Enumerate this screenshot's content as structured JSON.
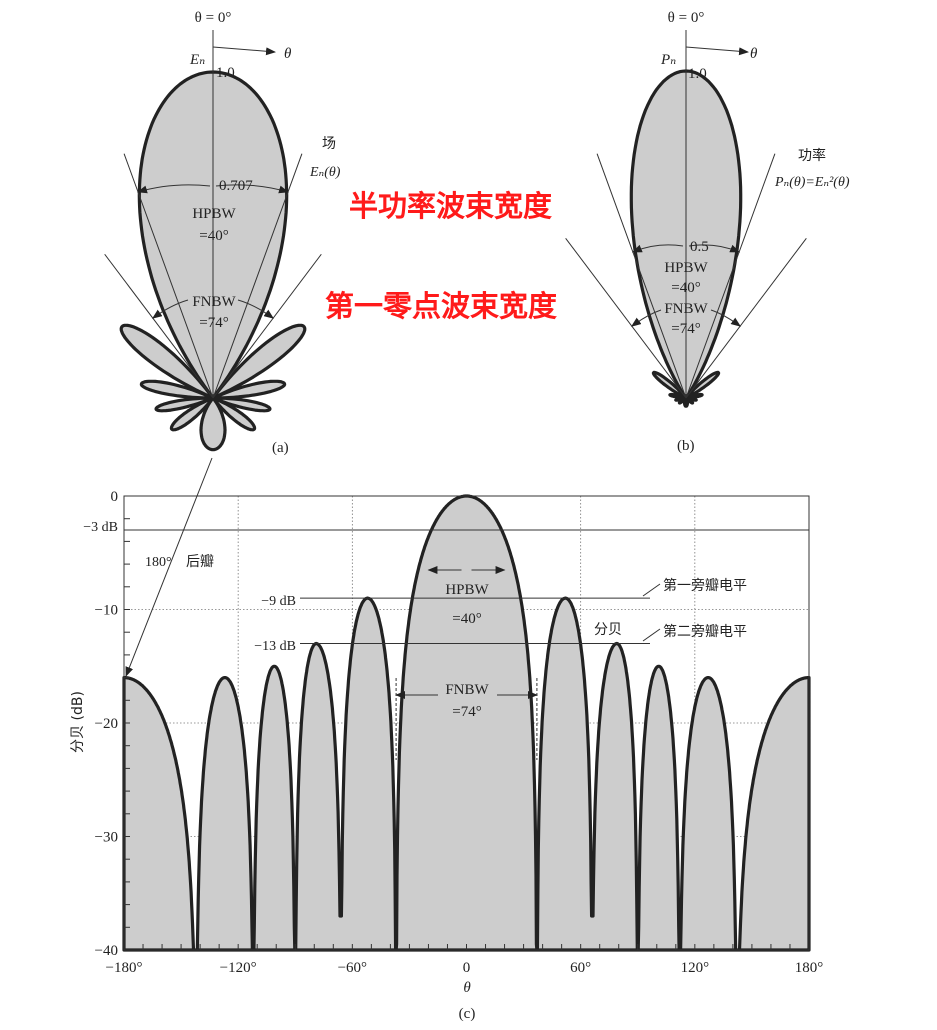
{
  "annotations": {
    "half_power_beamwidth": "半功率波束宽度",
    "first_null_beamwidth": "第一零点波束宽度"
  },
  "panel_a": {
    "axis_label": "θ = 0°",
    "theta_arrow_label": "θ",
    "amplitude_label": "Eₙ",
    "peak_value": "1.0",
    "curve_title": "场",
    "curve_formula": "Eₙ(θ)",
    "half_power_value": "0.707",
    "hpbw_label": "HPBW",
    "hpbw_value": "=40°",
    "fnbw_label": "FNBW",
    "fnbw_value": "=74°",
    "caption": "(a)"
  },
  "panel_b": {
    "axis_label": "θ = 0°",
    "theta_arrow_label": "θ",
    "amplitude_label": "Pₙ",
    "peak_value": "1.0",
    "curve_title": "功率",
    "curve_formula": "Pₙ(θ)=Eₙ²(θ)",
    "half_power_value": "0.5",
    "hpbw_label": "HPBW",
    "hpbw_value": "=40°",
    "fnbw_label": "FNBW",
    "fnbw_value": "=74°",
    "caption": "(b)"
  },
  "panel_c": {
    "minus3_label": "−3 dB",
    "minus9_label": "−9 dB",
    "minus13_label": "−13 dB",
    "back_lobe_angle": "180°",
    "back_lobe_label": "后瓣",
    "first_sidelobe_label": "第一旁瓣电平",
    "second_sidelobe_label": "第二旁瓣电平",
    "decibel_label": "分贝",
    "hpbw_label": "HPBW",
    "hpbw_value": "=40°",
    "fnbw_label": "FNBW",
    "fnbw_value": "=74°",
    "caption": "(c)"
  },
  "chart_data": {
    "type": "line",
    "xlabel": "θ",
    "ylabel": "分贝 (dB)",
    "xlim": [
      -180,
      180
    ],
    "ylim": [
      -40,
      0
    ],
    "xticks": [
      "−180°",
      "−120°",
      "−60°",
      "0",
      "60°",
      "120°",
      "180°"
    ],
    "xtick_values": [
      -180,
      -120,
      -60,
      0,
      60,
      120,
      180
    ],
    "yticks": [
      "0",
      "−10",
      "−20",
      "−30",
      "−40"
    ],
    "ytick_values": [
      0,
      -10,
      -20,
      -30,
      -40
    ],
    "grid": true,
    "reference_levels_db": [
      -3,
      -9,
      -13
    ],
    "hpbw_deg": 40,
    "fnbw_deg": 74,
    "lobes": [
      {
        "peak_deg": -180,
        "peak_db": -16,
        "null_left_deg": null,
        "null_right_deg": -142
      },
      {
        "peak_deg": -127,
        "peak_db": -16,
        "null_left_deg": -142,
        "null_right_deg": -112
      },
      {
        "peak_deg": -101,
        "peak_db": -15,
        "null_left_deg": -112,
        "null_right_deg": -90
      },
      {
        "peak_deg": -79,
        "peak_db": -13,
        "null_left_deg": -90,
        "null_right_deg": -66
      },
      {
        "peak_deg": -52,
        "peak_db": -9,
        "null_left_deg": -66,
        "null_right_deg": -37
      },
      {
        "peak_deg": 0,
        "peak_db": 0,
        "null_left_deg": -37,
        "null_right_deg": 37
      },
      {
        "peak_deg": 52,
        "peak_db": -9,
        "null_left_deg": 37,
        "null_right_deg": 66
      },
      {
        "peak_deg": 79,
        "peak_db": -13,
        "null_left_deg": 66,
        "null_right_deg": 90
      },
      {
        "peak_deg": 101,
        "peak_db": -15,
        "null_left_deg": 90,
        "null_right_deg": 112
      },
      {
        "peak_deg": 127,
        "peak_db": -16,
        "null_left_deg": 112,
        "null_right_deg": 142
      },
      {
        "peak_deg": 180,
        "peak_db": -16,
        "null_left_deg": 142,
        "null_right_deg": null
      }
    ],
    "null_depths_db": {
      "-66": -37,
      "66": -37,
      "default": -40
    }
  }
}
